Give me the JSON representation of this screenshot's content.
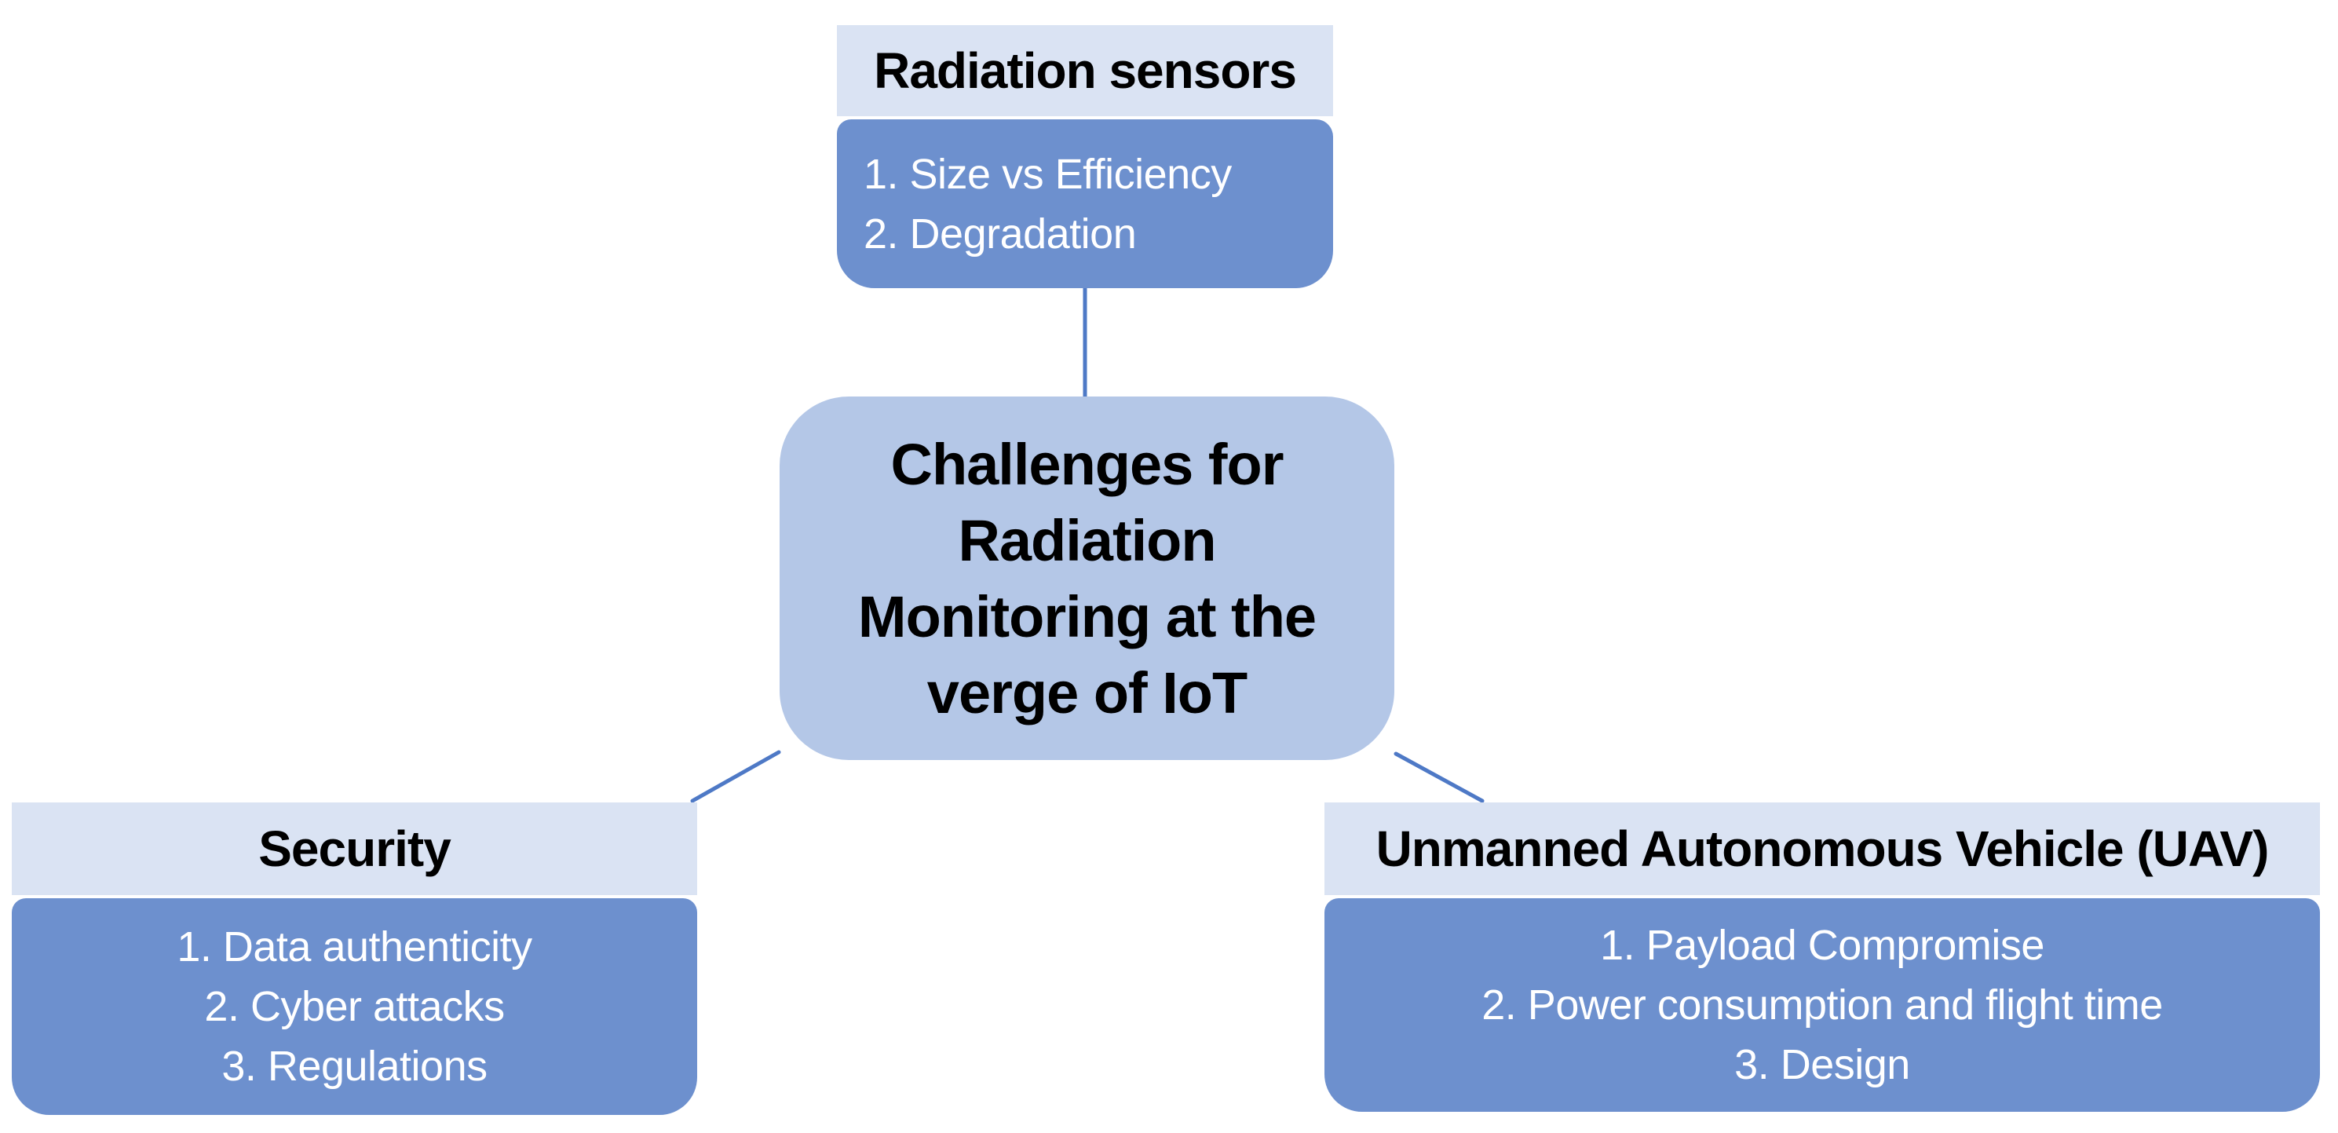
{
  "diagram": {
    "center": {
      "title": "Challenges for Radiation Monitoring at the verge of IoT",
      "lines": [
        "Challenges for",
        "Radiation",
        "Monitoring at the",
        "verge of IoT"
      ]
    },
    "nodes": [
      {
        "title": "Radiation sensors",
        "items": [
          "1. Size vs Efficiency",
          "2. Degradation"
        ]
      },
      {
        "title": "Security",
        "items": [
          "1. Data authenticity",
          "2. Cyber attacks",
          "3. Regulations"
        ]
      },
      {
        "title": "Unmanned Autonomous Vehicle (UAV)",
        "items": [
          "1. Payload Compromise",
          "2. Power consumption and flight time",
          "3. Design"
        ]
      }
    ],
    "colors": {
      "background": "#ffffff",
      "header_bg": "#dae3f3",
      "body_bg": "#6d90ce",
      "center_bg": "#b4c7e7",
      "connector": "#4e79c6",
      "header_text": "#000000",
      "item_text": "#ffffff"
    }
  }
}
